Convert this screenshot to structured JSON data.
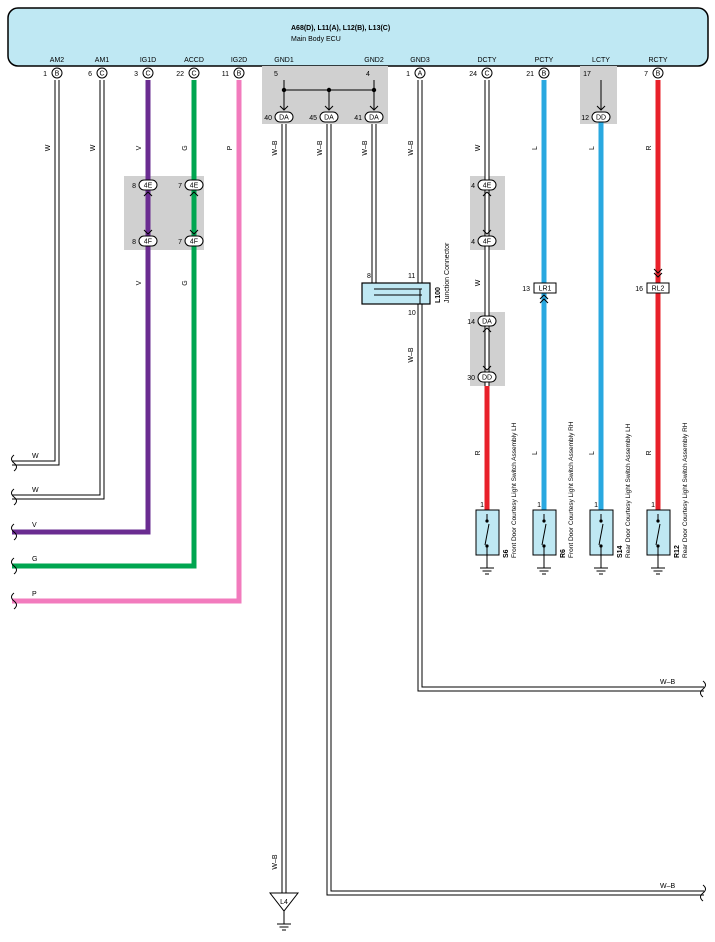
{
  "ecu": {
    "connectors": "A68(D), L11(A), L12(B), L13(C)",
    "name": "Main Body ECU",
    "pins": [
      {
        "label": "AM2",
        "num": "1",
        "conn": "B"
      },
      {
        "label": "AM1",
        "num": "6",
        "conn": "C"
      },
      {
        "label": "IG1D",
        "num": "3",
        "conn": "C"
      },
      {
        "label": "ACCD",
        "num": "22",
        "conn": "C"
      },
      {
        "label": "IG2D",
        "num": "11",
        "conn": "B"
      },
      {
        "label": "GND1",
        "num": "5",
        "conn": ""
      },
      {
        "label": "GND2",
        "num": "4",
        "conn": ""
      },
      {
        "label": "GND3",
        "num": "1",
        "conn": "A"
      },
      {
        "label": "DCTY",
        "num": "24",
        "conn": "C"
      },
      {
        "label": "PCTY",
        "num": "21",
        "conn": "B"
      },
      {
        "label": "LCTY",
        "num": "17",
        "conn": ""
      },
      {
        "label": "RCTY",
        "num": "7",
        "conn": "B"
      }
    ]
  },
  "wire_colors": {
    "W": "#ffffff",
    "V": "#6a2c91",
    "G": "#00a650",
    "P": "#f27bbd",
    "L": "#29a8e0",
    "R": "#e8202a",
    "W-B": "#ffffff"
  },
  "wire_labels": {
    "am2": "W",
    "am1": "W",
    "ig1d": "V",
    "accd": "G",
    "ig2d": "P",
    "gnd1": "W–B",
    "gnd_mid": "W–B",
    "gnd2": "W–B",
    "gnd3": "W–B",
    "dcty": "W",
    "dcty2": "W",
    "dcty_r": "R",
    "pcty": "L",
    "pcty2": "L",
    "lcty": "L",
    "lcty2": "L",
    "rcty": "R",
    "rcty2": "R",
    "ig1d2": "V",
    "accd2": "G",
    "jc_out": "W–B",
    "left_w1": "W",
    "left_w2": "W",
    "left_v": "V",
    "left_g": "G",
    "left_p": "P",
    "right_wb1": "W–B",
    "right_wb2": "W–B",
    "l4_wb": "W–B"
  },
  "connectors": {
    "ig1d_top": {
      "num": "8",
      "id": "4E"
    },
    "ig1d_bot": {
      "num": "8",
      "id": "4F"
    },
    "accd_top": {
      "num": "7",
      "id": "4E"
    },
    "accd_bot": {
      "num": "7",
      "id": "4F"
    },
    "gnd_a": {
      "num": "40",
      "id": "DA"
    },
    "gnd_b": {
      "num": "45",
      "id": "DA"
    },
    "gnd_c": {
      "num": "41",
      "id": "DA"
    },
    "dcty_top": {
      "num": "4",
      "id": "4E"
    },
    "dcty_bot": {
      "num": "4",
      "id": "4F"
    },
    "dcty_da": {
      "num": "14",
      "id": "DA"
    },
    "dcty_dd": {
      "num": "30",
      "id": "DD"
    },
    "lcty_dd": {
      "num": "12",
      "id": "DD"
    },
    "lr1": {
      "num": "13",
      "id": "LR1"
    },
    "rl2": {
      "num": "16",
      "id": "RL2"
    }
  },
  "junction": {
    "code": "L100",
    "name": "Junction Connector",
    "pin8": "8",
    "pin11": "11",
    "pin10": "10"
  },
  "switches": [
    {
      "code": "S6",
      "name": "Front Door Courtesy Light Switch Assembly LH",
      "pin": "1"
    },
    {
      "code": "R6",
      "name": "Front Door Courtesy Light Switch Assembly RH",
      "pin": "1"
    },
    {
      "code": "S14",
      "name": "Rear Door Courtesy Light Switch Assembly LH",
      "pin": "1"
    },
    {
      "code": "R12",
      "name": "Rear Door Courtesy Light Switch Assembly RH",
      "pin": "1"
    }
  ],
  "ground_point": "L4"
}
